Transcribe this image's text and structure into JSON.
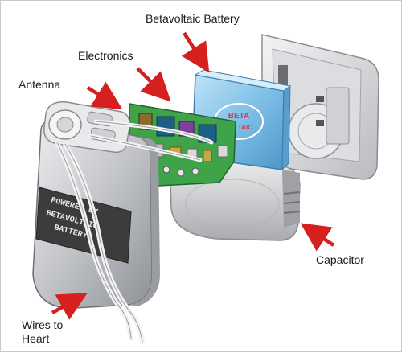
{
  "labels": {
    "betavoltaic_battery": "Betavoltaic Battery",
    "electronics": "Electronics",
    "antenna": "Antenna",
    "capacitor": "Capacitor",
    "wires_to_heart_line1": "Wires to",
    "wires_to_heart_line2": "Heart"
  },
  "battery_text": [
    "BETA",
    "VOLTAIC"
  ],
  "casing_text": [
    "POWERED BY",
    "BETAVOLTAIC",
    "BATTERY"
  ],
  "colors": {
    "arrow": "#d61f1f",
    "battery_blue": "#7fc0e8",
    "casing_silver": "#c9cbcf",
    "circuit_green": "#3fa34a",
    "label_plate": "#3c3c3c"
  }
}
